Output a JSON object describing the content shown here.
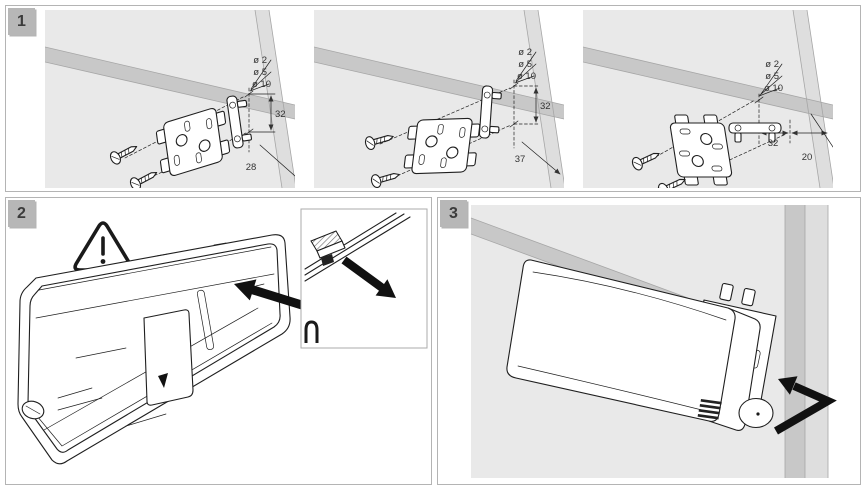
{
  "colors": {
    "page_bg": "#ffffff",
    "panel_border": "#b4b4b4",
    "badge_bg": "#b7b7b7",
    "badge_text": "#3b3b3b",
    "face": "#e9e9e9",
    "band": "#c8c8c8",
    "edge": "#dedede",
    "line": "#1f1f1f",
    "dim_text": "#333333",
    "arrow": "#111111"
  },
  "step1": {
    "badge": "1",
    "variants": [
      {
        "dia": [
          "ø 2",
          "ø 5",
          "ø 10"
        ],
        "hole_spacing": "32",
        "edge_offset": "28"
      },
      {
        "dia": [
          "ø 2",
          "ø 5",
          "ø 10"
        ],
        "hole_spacing": "32",
        "edge_offset": "37"
      },
      {
        "dia": [
          "ø 2",
          "ø 5",
          "ø 10"
        ],
        "hole_spacing": "32",
        "edge_offset": "20"
      }
    ]
  },
  "step2": {
    "badge": "2"
  },
  "step3": {
    "badge": "3"
  }
}
